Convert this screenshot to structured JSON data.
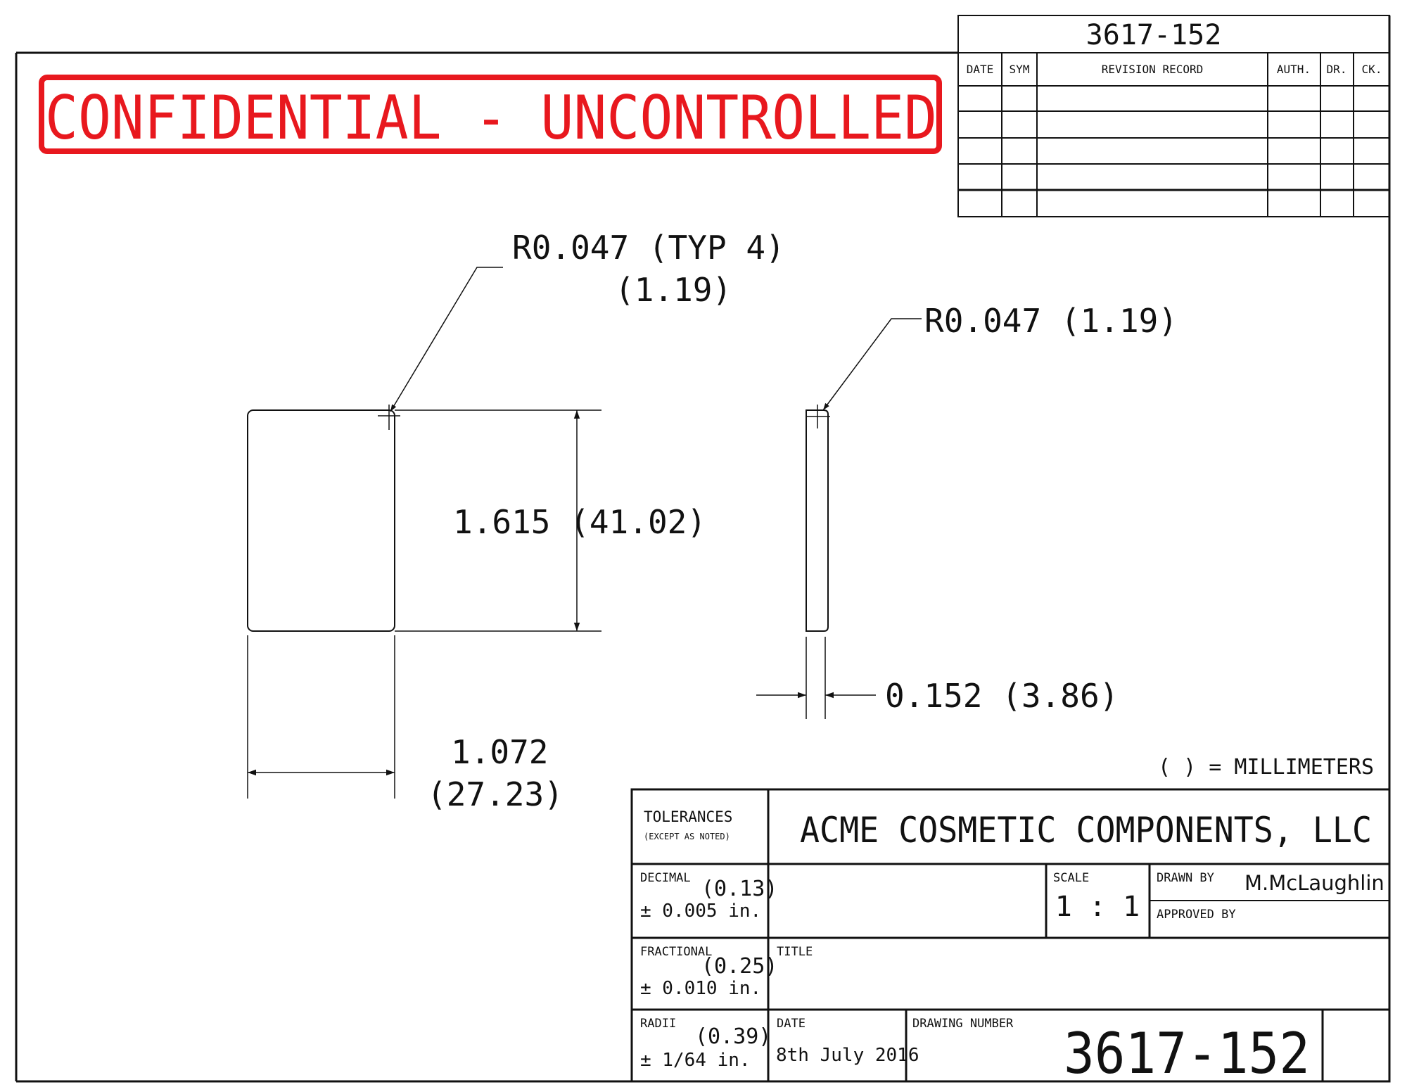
{
  "header_number": "3617-152",
  "revision_table": {
    "columns": [
      "DATE",
      "SYM",
      "REVISION RECORD",
      "AUTH.",
      "DR.",
      "CK."
    ],
    "rows": [
      [
        "",
        "",
        "",
        "",
        "",
        ""
      ],
      [
        "",
        "",
        "",
        "",
        "",
        ""
      ],
      [
        "",
        "",
        "",
        "",
        "",
        ""
      ],
      [
        "",
        "",
        "",
        "",
        "",
        ""
      ]
    ]
  },
  "stamp": {
    "text": "CONFIDENTIAL - UNCONTROLLED",
    "color": "#e8181e"
  },
  "dimensions": {
    "radius_front_line1": "R0.047 (TYP 4)",
    "radius_front_line2": "(1.19)",
    "radius_side": "R0.047 (1.19)",
    "height": "1.615 (41.02)",
    "width_line1": "1.072",
    "width_line2": "(27.23)",
    "thickness": "0.152 (3.86)"
  },
  "units_note": "( ) = MILLIMETERS",
  "title_block": {
    "tolerances_label": "TOLERANCES",
    "tolerances_sub": "(EXCEPT AS NOTED)",
    "company": "ACME COSMETIC COMPONENTS, LLC",
    "decimal_label": "DECIMAL",
    "decimal_mm": "(0.13)",
    "decimal_value": "± 0.005  in.",
    "scale_label": "SCALE",
    "scale_value": "1 : 1",
    "drawn_by_label": "DRAWN BY",
    "drawn_by_value": "M.McLaughlin",
    "approved_by_label": "APPROVED BY",
    "fractional_label": "FRACTIONAL",
    "fractional_mm": "(0.25)",
    "fractional_value": "±  0.010  in.",
    "title_label": "TITLE",
    "radii_label": "RADII",
    "radii_mm": "(0.39)",
    "radii_value": "± 1/64  in.",
    "date_label": "DATE",
    "date_value": "8th July 2016",
    "drawing_number_label": "DRAWING NUMBER",
    "drawing_number_value": "3617-152"
  }
}
